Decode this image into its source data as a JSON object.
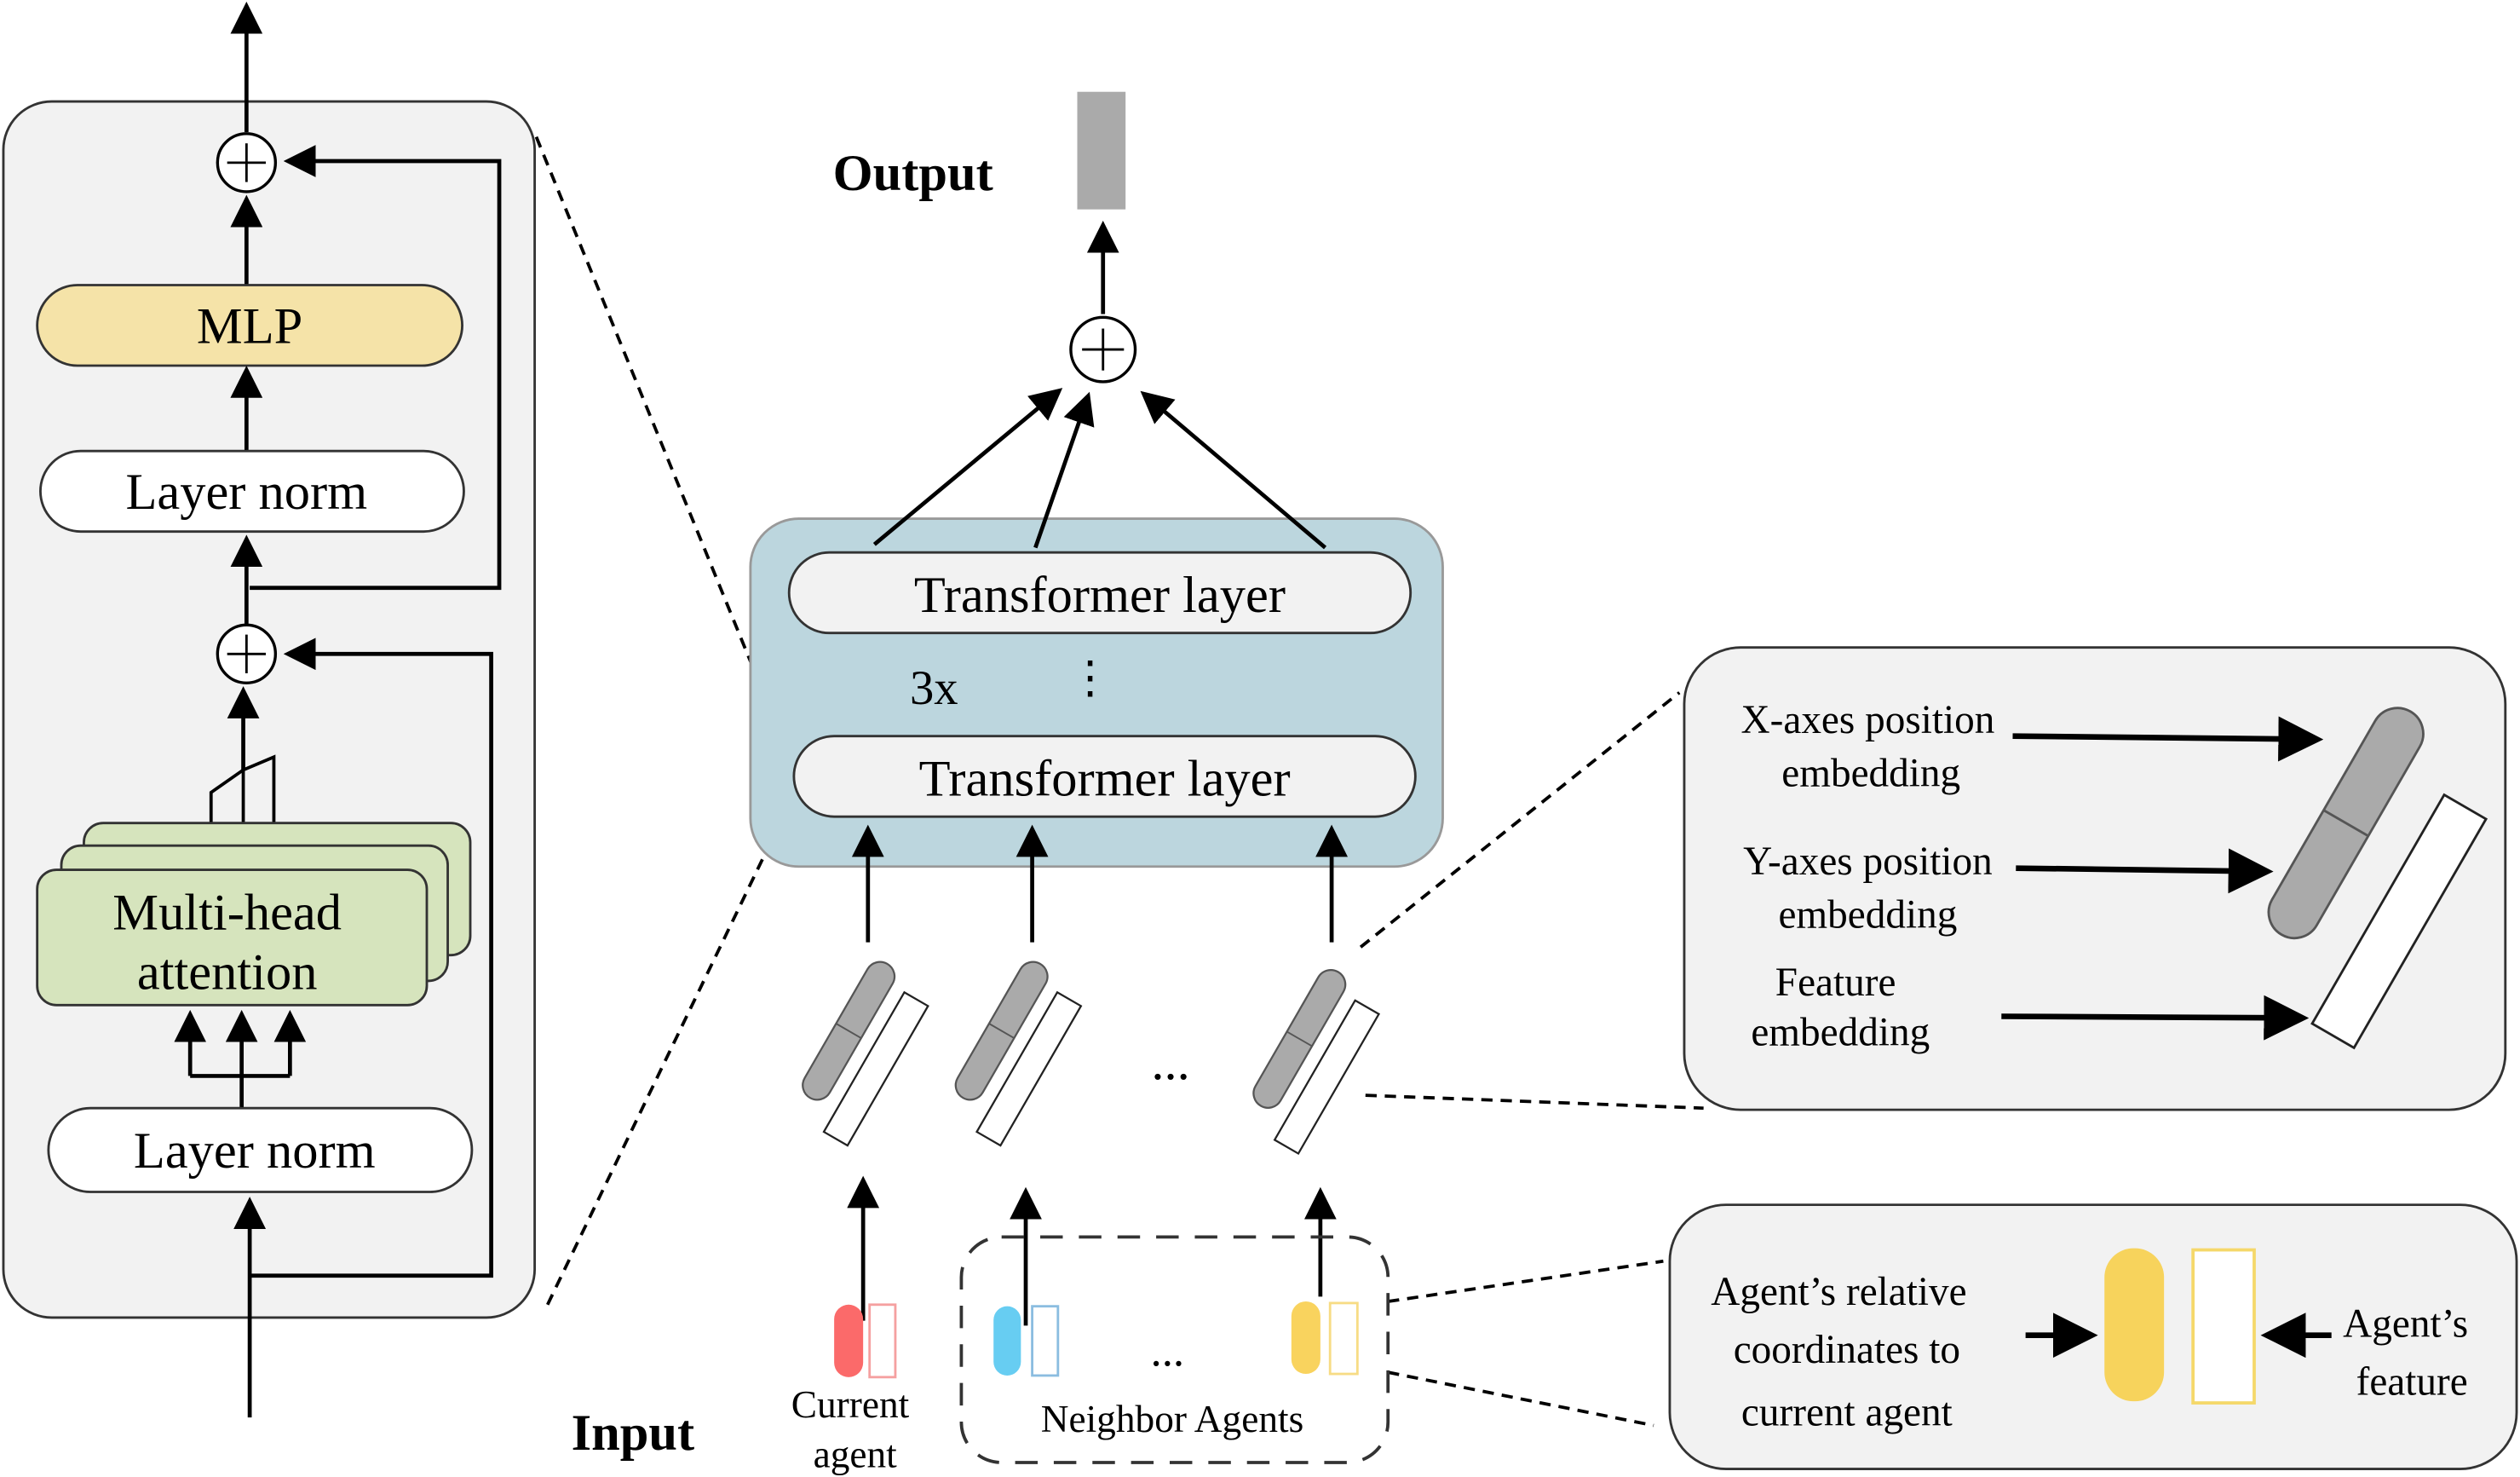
{
  "encoder_block": {
    "mlp": "MLP",
    "layer_norm_top": "Layer norm",
    "attention_line1": "Multi-head",
    "attention_line2": "attention",
    "layer_norm_bottom": "Layer norm",
    "add_symbol": "+"
  },
  "transformer": {
    "layer_top": "Transformer layer",
    "layer_bottom": "Transformer layer",
    "repeat": "3x",
    "vdots": "⋮",
    "output_label": "Output",
    "add_symbol": "+"
  },
  "tokens": {
    "ellipsis": "..."
  },
  "input": {
    "label": "Input",
    "current_agent_line1": "Current",
    "current_agent_line2": "agent",
    "neighbor_agents": "Neighbor Agents",
    "ellipsis": "...",
    "colors": {
      "current": "#fb6a6a",
      "neighbor1": "#67cdf2",
      "neighbor2": "#f9d35e"
    }
  },
  "embedding_detail": {
    "x_line1": "X-axes position",
    "x_line2": "embedding",
    "y_line1": "Y-axes position",
    "y_line2": "embedding",
    "feature_line1": "Feature",
    "feature_line2": "embedding"
  },
  "agent_detail": {
    "coords_line1": "Agent’s relative",
    "coords_line2": "coordinates to",
    "coords_line3": "current  agent",
    "feature_line1": "Agent’s",
    "feature_line2": "feature"
  },
  "colors": {
    "mlp": "#f5e3a8",
    "attention": "#d6e4bd",
    "transformer_bg": "#bcd6de",
    "panel": "#f2f2f2",
    "output": "#aaaaaa"
  }
}
